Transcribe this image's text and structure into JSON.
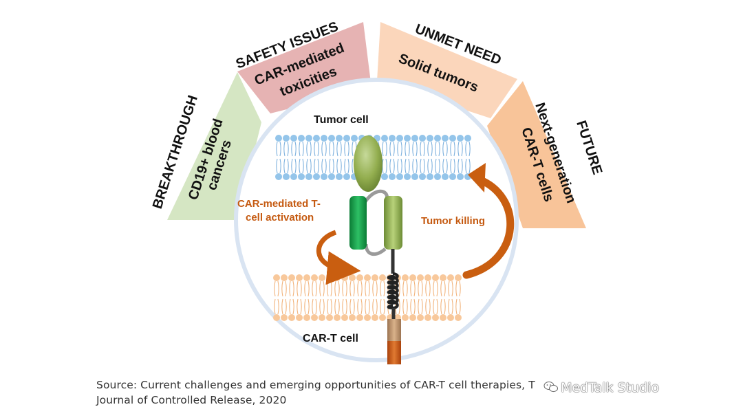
{
  "segments": {
    "breakthrough": {
      "heading": "BREAKTHROUGH",
      "line1": "CD19+ blood",
      "line2": "cancers"
    },
    "safety": {
      "heading": "SAFETY ISSUES",
      "line1": "CAR-mediated",
      "line2": "toxicities"
    },
    "unmet": {
      "heading": "UNMET NEED",
      "line1": "Solid tumors"
    },
    "future": {
      "heading": "FUTURE",
      "line1": "Next-generation",
      "line2": "CAR-T cells"
    }
  },
  "center": {
    "tumor_cell": "Tumor cell",
    "cart_cell": "CAR-T cell",
    "activation_line1": "CAR-mediated T-",
    "activation_line2": "cell activation",
    "tumor_killing": "Tumor killing"
  },
  "caption": {
    "line1": "Source: Current challenges and emerging opportunities of CAR-T cell therapies, T",
    "line2": "Journal of Controlled Release, 2020"
  },
  "watermark": {
    "text": "MedTalk Studio",
    "icon": "wechat-icon"
  },
  "colors": {
    "breakthrough_fill": "#d5e6c3",
    "safety_fill": "#e6b3b3",
    "unmet_fill": "#fbd6bb",
    "future_fill": "#f8c499",
    "tumor_membrane": "#94c5ea",
    "cart_membrane": "#f8c89b",
    "arrow_orange": "#c95e10",
    "activation_text": "#c55a11"
  }
}
